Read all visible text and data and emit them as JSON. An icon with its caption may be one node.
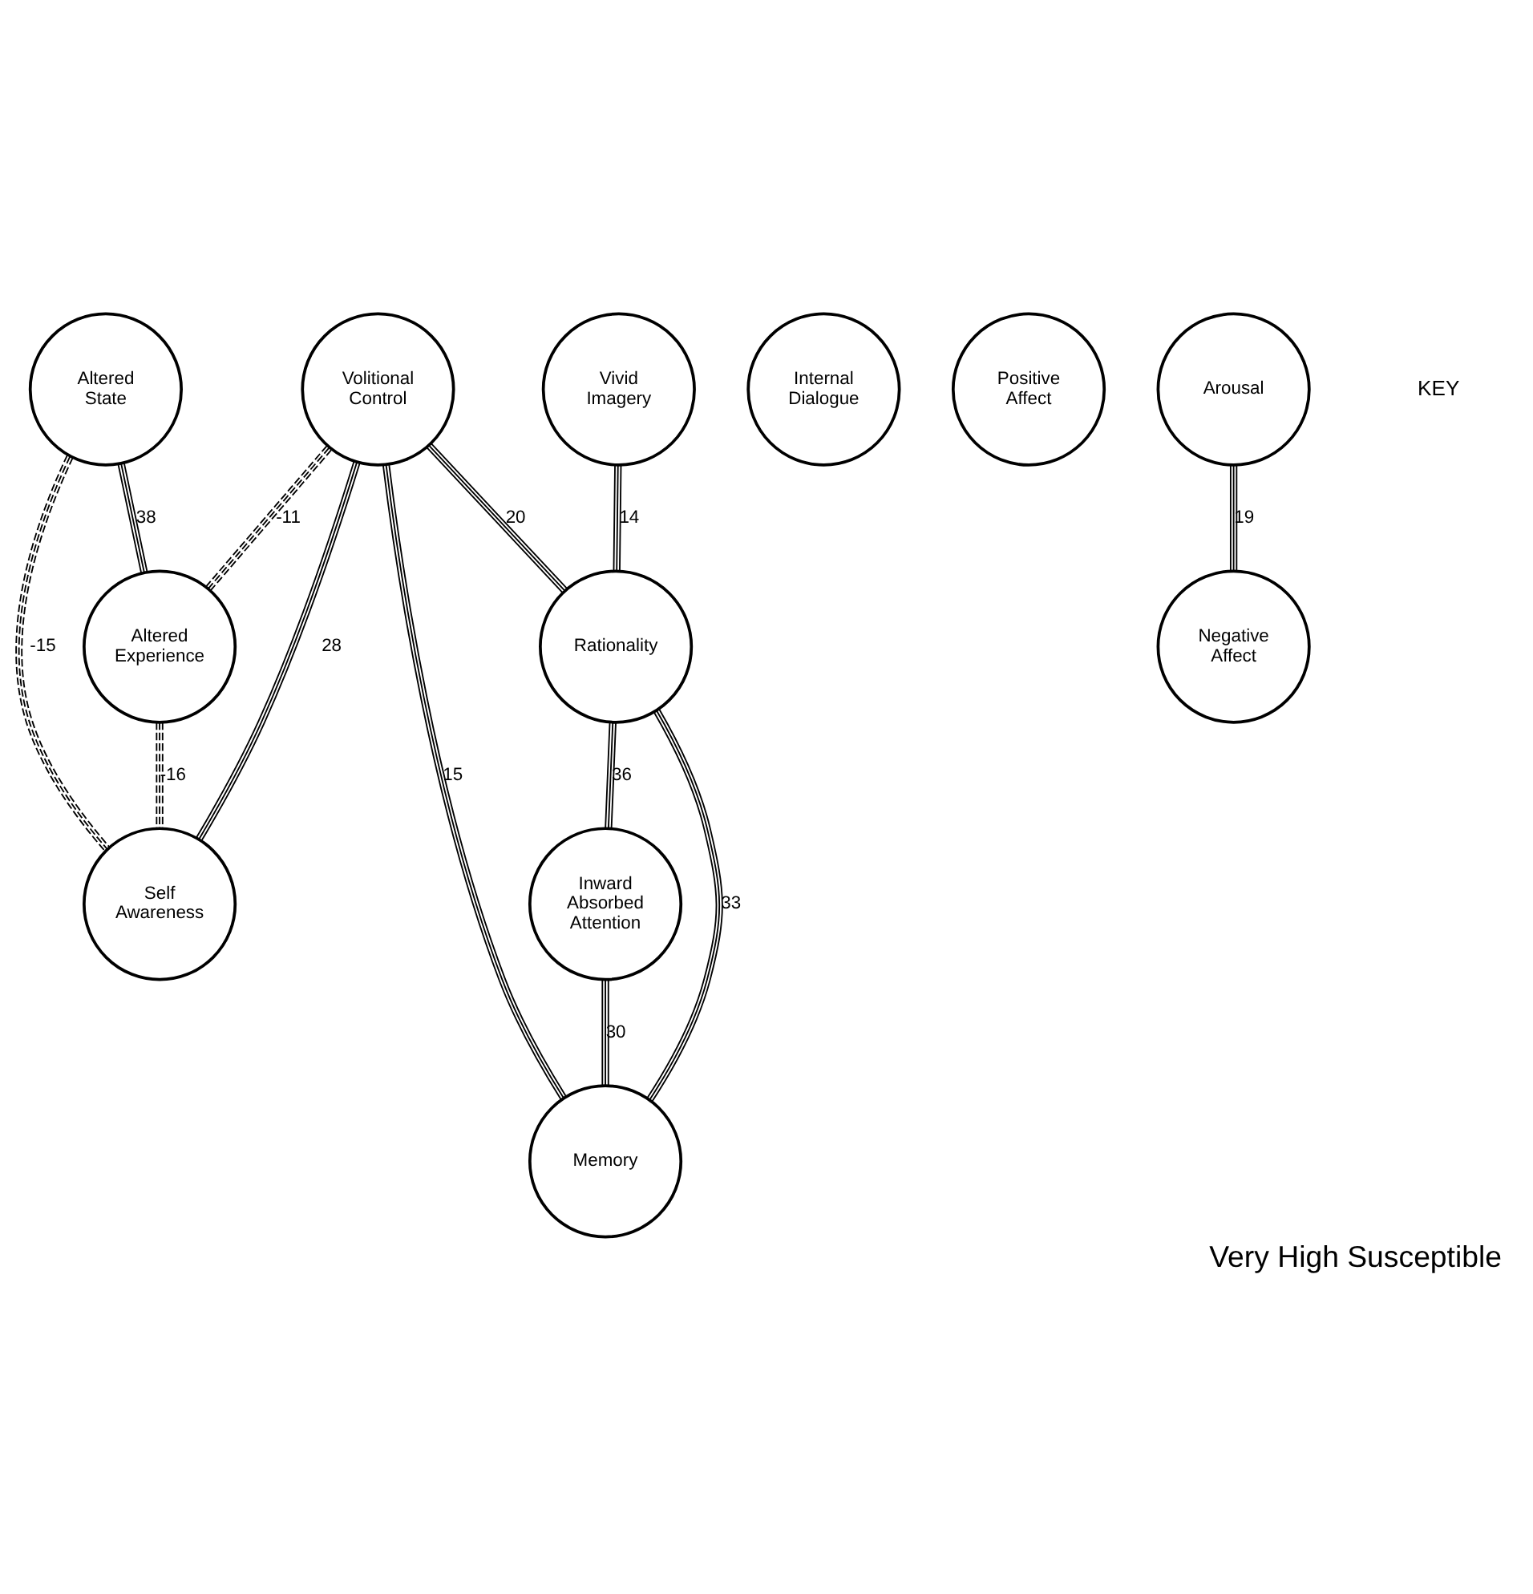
{
  "diagram": {
    "caption": "Very High Susceptible",
    "nodes": [
      {
        "text": [
          "Altered State"
        ]
      },
      {
        "text": [
          "Internal Dialogue"
        ]
      },
      {
        "text": [
          "Rationality"
        ]
      },
      {
        "text": [
          "Vivid Imagery"
        ]
      },
      {
        "text": [
          "Positive Affect"
        ]
      },
      {
        "text": [
          "Volitional Control"
        ]
      },
      {
        "text": [
          "Arousal"
        ]
      },
      {
        "text": [
          "Altered Experience"
        ]
      },
      {
        "text": [
          "Self Awareness"
        ]
      },
      {
        "text": [
          "Negative Affect"
        ]
      },
      {
        "text": [
          "Memory"
        ]
      },
      {
        "text": [
          "Inward Absorbed Attention"
        ]
      }
    ],
    "edges": [
      {
        "from": 3,
        "to": 2,
        "arrow": "none",
        "label": "14"
      },
      {
        "from": 5,
        "to": 2,
        "arrow": "none",
        "label": "20"
      },
      {
        "from": 0,
        "to": 7,
        "arrow": "none",
        "label": "38"
      },
      {
        "from": 2,
        "to": 11,
        "arrow": "none",
        "label": "36"
      },
      {
        "from": 0,
        "to": 8,
        "arrow": "none",
        "label": "-15",
        "style": "dashed"
      },
      {
        "from": 2,
        "to": 10,
        "arrow": "none",
        "label": "33"
      },
      {
        "from": 5,
        "to": 8,
        "arrow": "none",
        "label": "28"
      },
      {
        "from": 5,
        "to": 10,
        "arrow": "none",
        "label": "15"
      },
      {
        "from": 5,
        "to": 7,
        "arrow": "none",
        "label": "-11",
        "style": "dashed"
      },
      {
        "from": 7,
        "to": 8,
        "arrow": "none",
        "label": "-16",
        "style": "dashed"
      },
      {
        "from": 6,
        "to": 9,
        "arrow": "none",
        "label": "19"
      },
      {
        "from": 11,
        "to": 10,
        "arrow": "none",
        "label": "30"
      }
    ],
    "labels": [
      "KEY"
    ]
  }
}
